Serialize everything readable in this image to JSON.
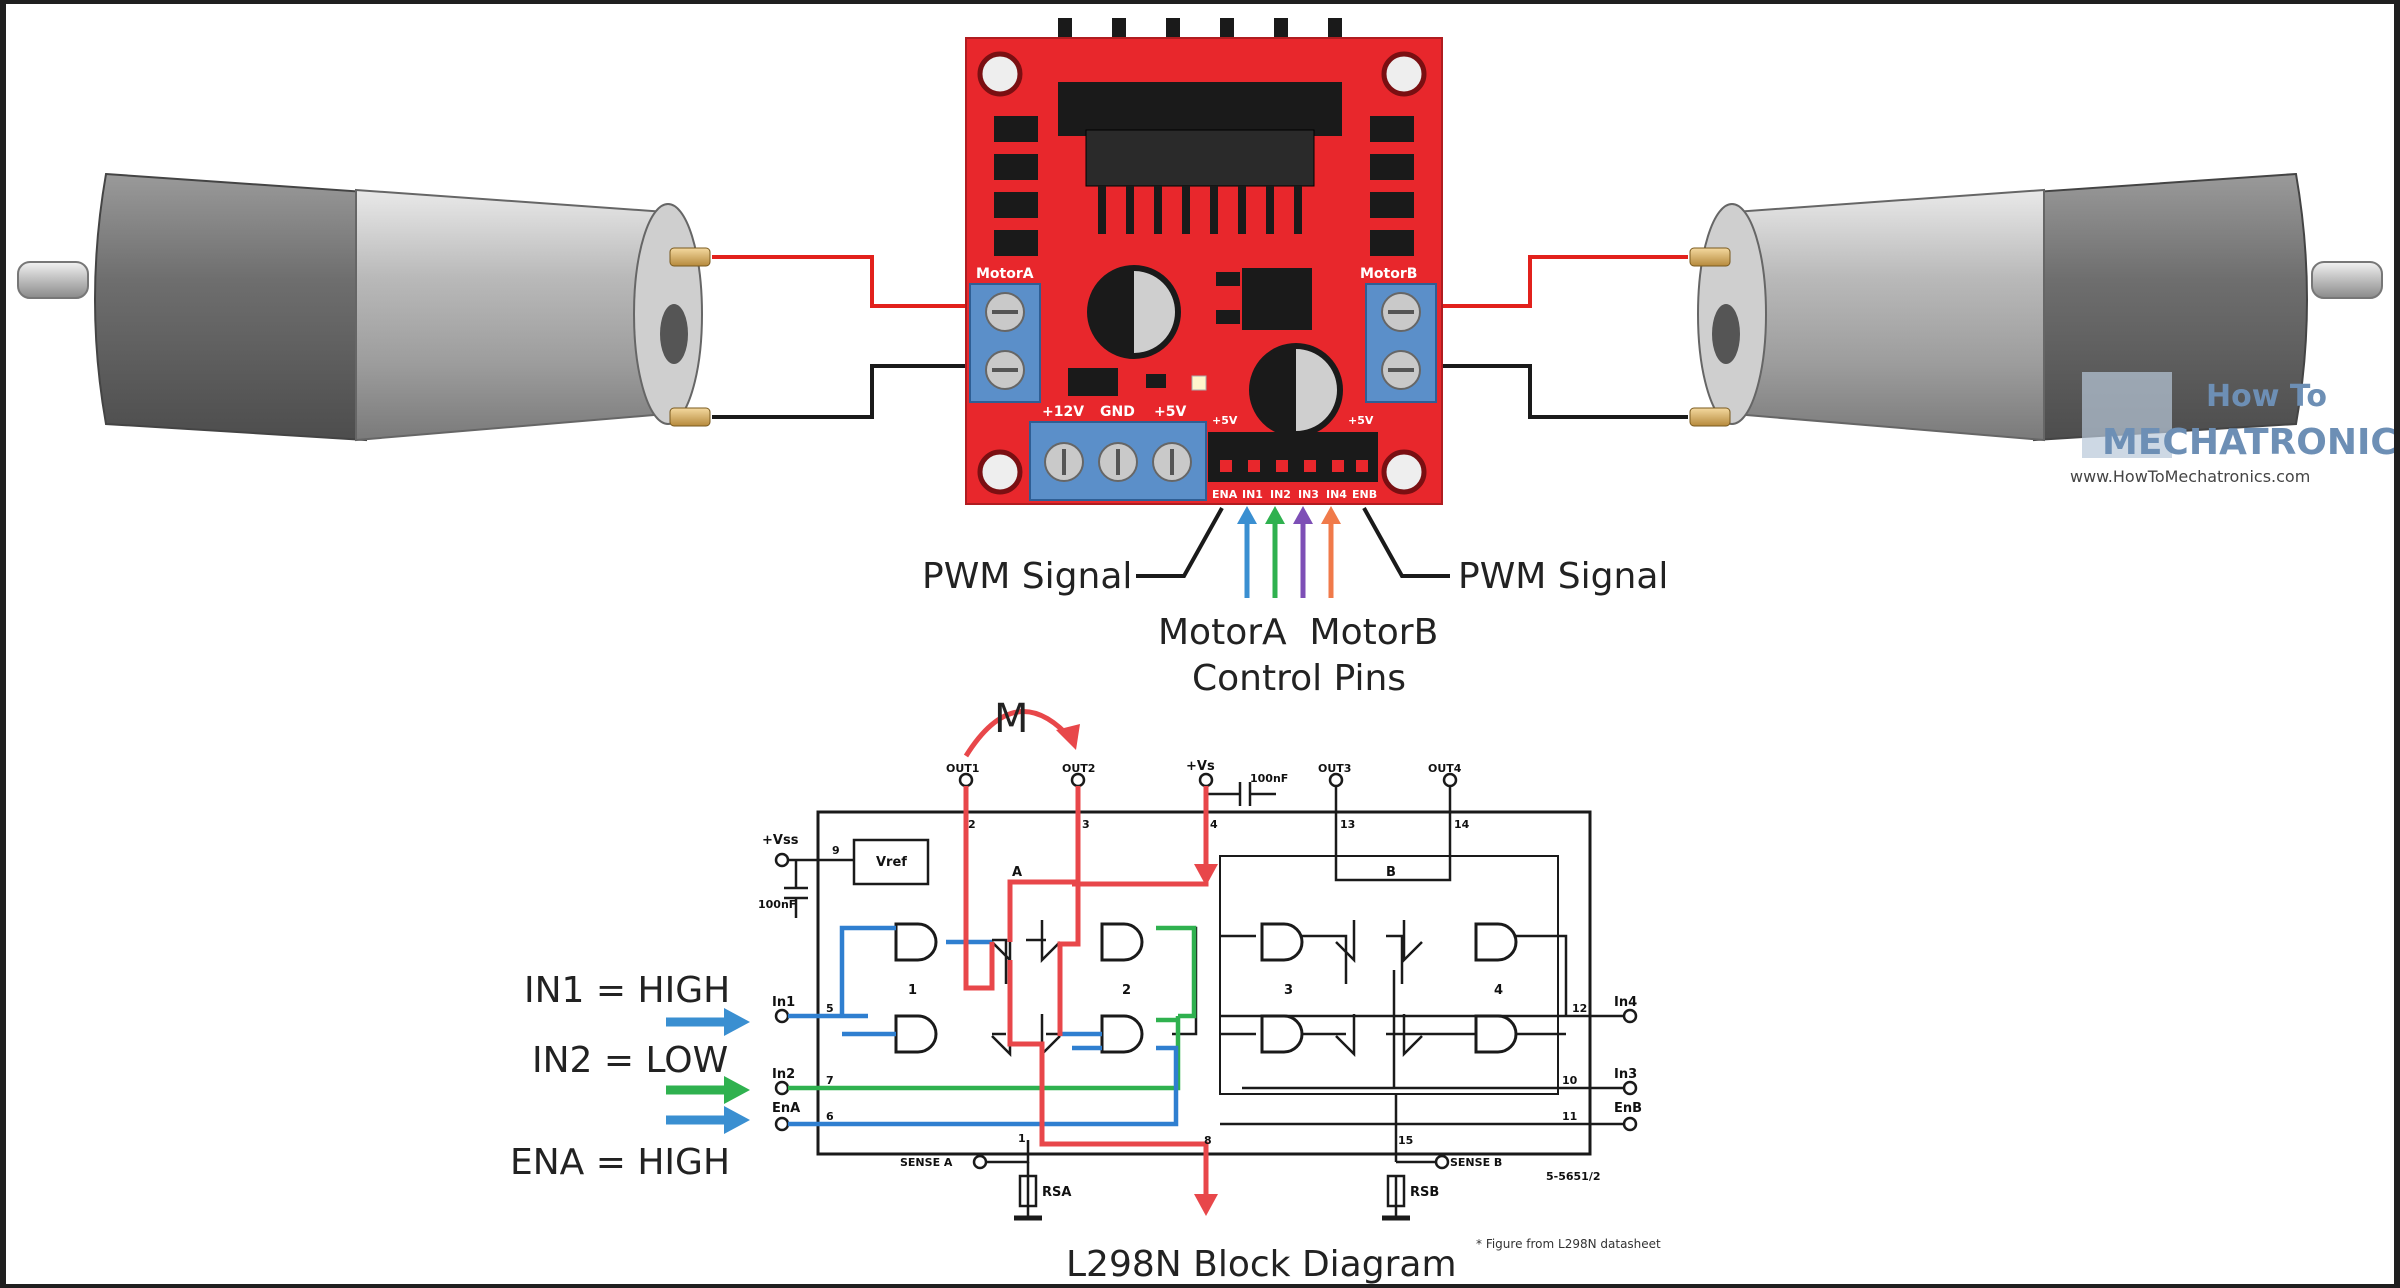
{
  "colors": {
    "board_red": "#e8272c",
    "terminal_blue": "#5b8fc9",
    "wire_red": "#e2211c",
    "wire_black": "#1a1a1a",
    "arrow_blue": "#3a8fd1",
    "arrow_green": "#2fb14f",
    "arrow_purple": "#7d4fb6",
    "arrow_orange": "#f07a4a",
    "path_red": "#e8474a",
    "path_blue": "#2f7fd0",
    "path_green": "#2fb14f",
    "watermark": "#6d8fb5"
  },
  "board": {
    "motor_a": "MotorA",
    "motor_b": "MotorB",
    "pin_12v": "+12V",
    "pin_gnd": "GND",
    "pin_5v": "+5V",
    "jumper_5v_left": "+5V",
    "jumper_5v_right": "+5V",
    "header_pins": [
      "ENA",
      "IN1",
      "IN2",
      "IN3",
      "IN4",
      "ENB"
    ]
  },
  "labels": {
    "pwm_left": "PWM Signal",
    "pwm_right": "PWM Signal",
    "control_line1": "MotorA  MotorB",
    "control_line2": "Control Pins"
  },
  "watermark": {
    "line1": "How To",
    "line2": "MECHATRONICS",
    "url": "www.HowToMechatronics.com"
  },
  "schematic": {
    "motor": "M",
    "out1": "OUT1",
    "out2": "OUT2",
    "out3": "OUT3",
    "out4": "OUT4",
    "vs": "+Vs",
    "cap_100nf_top": "100nF",
    "vss": "+Vss",
    "cap_100nf_left": "100nF",
    "vref": "Vref",
    "in1": "In1",
    "in2": "In2",
    "ena": "EnA",
    "in3": "In3",
    "in4": "In4",
    "enb": "EnB",
    "sense_a": "SENSE A",
    "sense_b": "SENSE B",
    "rsa": "RSA",
    "rsb": "RSB",
    "bridge_a": "A",
    "bridge_b": "B",
    "gates": [
      "1",
      "2",
      "3",
      "4"
    ],
    "pin_numbers": [
      "9",
      "5",
      "7",
      "6",
      "1",
      "2",
      "3",
      "4",
      "13",
      "14",
      "8",
      "15",
      "12",
      "10",
      "11"
    ],
    "part_code": "5-5651/2",
    "footnote": "* Figure from L298N datasheet",
    "title": "L298N Block Diagram"
  },
  "inputs": {
    "in1": "IN1 = HIGH",
    "in2": "IN2 = LOW",
    "ena": "ENA = HIGH"
  }
}
